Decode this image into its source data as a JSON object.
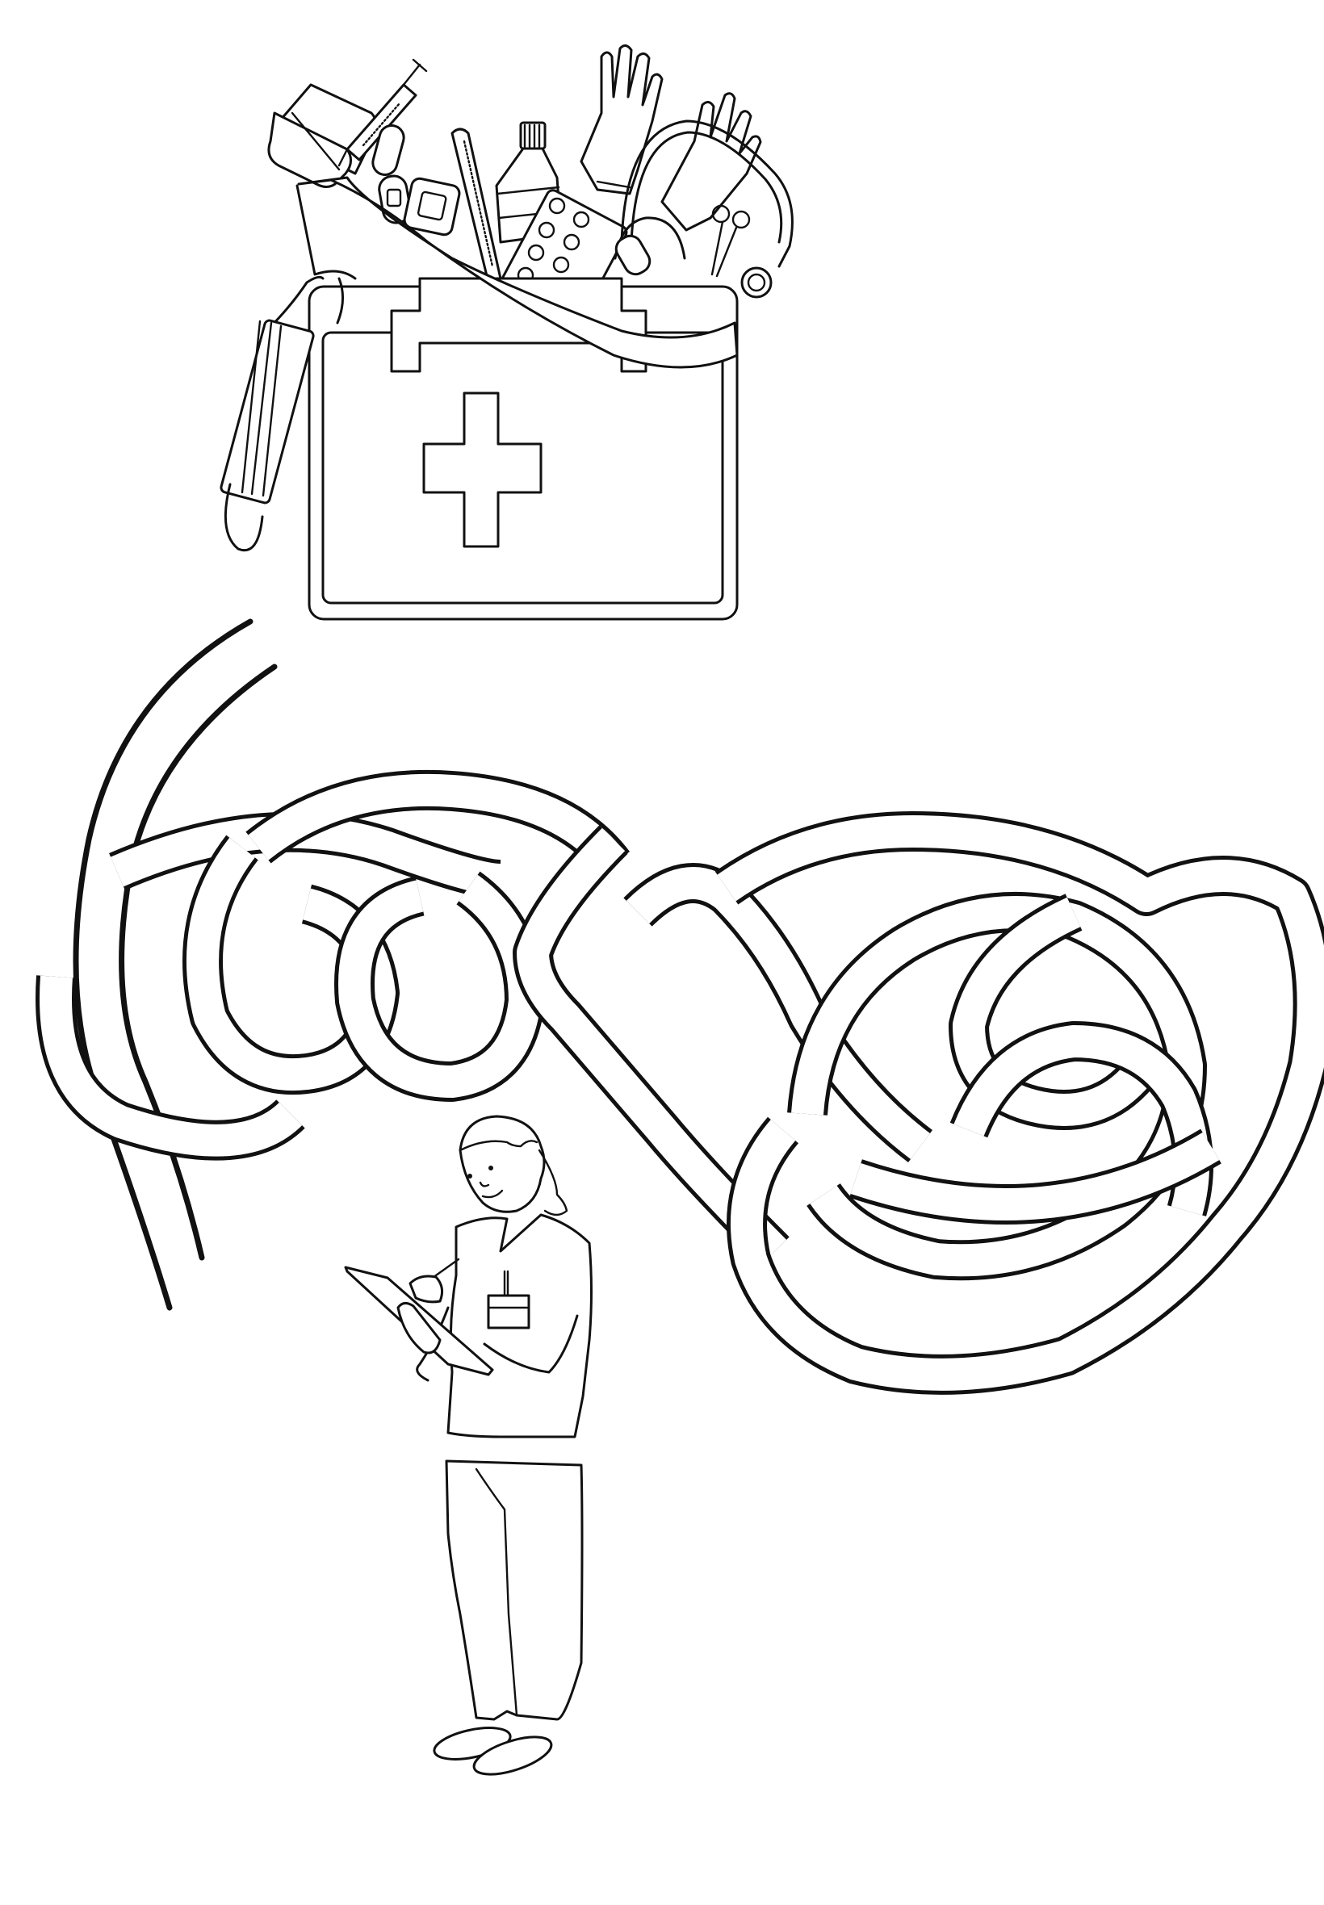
{
  "page": {
    "kind": "coloring-page-maze",
    "background": "#ffffff",
    "line_color": "#111111"
  },
  "illustrations": {
    "start": {
      "label": "Nurse with clipboard",
      "description": "Smiling nurse in scrubs writing on a tablet/clipboard, standing below the maze"
    },
    "goal": {
      "label": "First aid kit",
      "description": "Medical kit with cross emblem, overflowing with bandage rolls, syringe, plasters, thermometer, bottle, pill blister pack, gloves, stethoscope, scissors and a face mask"
    },
    "maze": {
      "label": "Knotted ribbon maze",
      "description": "Interwoven ribbon paths connecting the nurse to the first aid kit"
    },
    "kit_items": [
      "bandage-rolls",
      "syringe",
      "plasters",
      "thermometer",
      "medicine-bottle",
      "pill-blister-pack",
      "gloves",
      "stethoscope",
      "scissors",
      "face-mask",
      "cross-emblem"
    ]
  }
}
